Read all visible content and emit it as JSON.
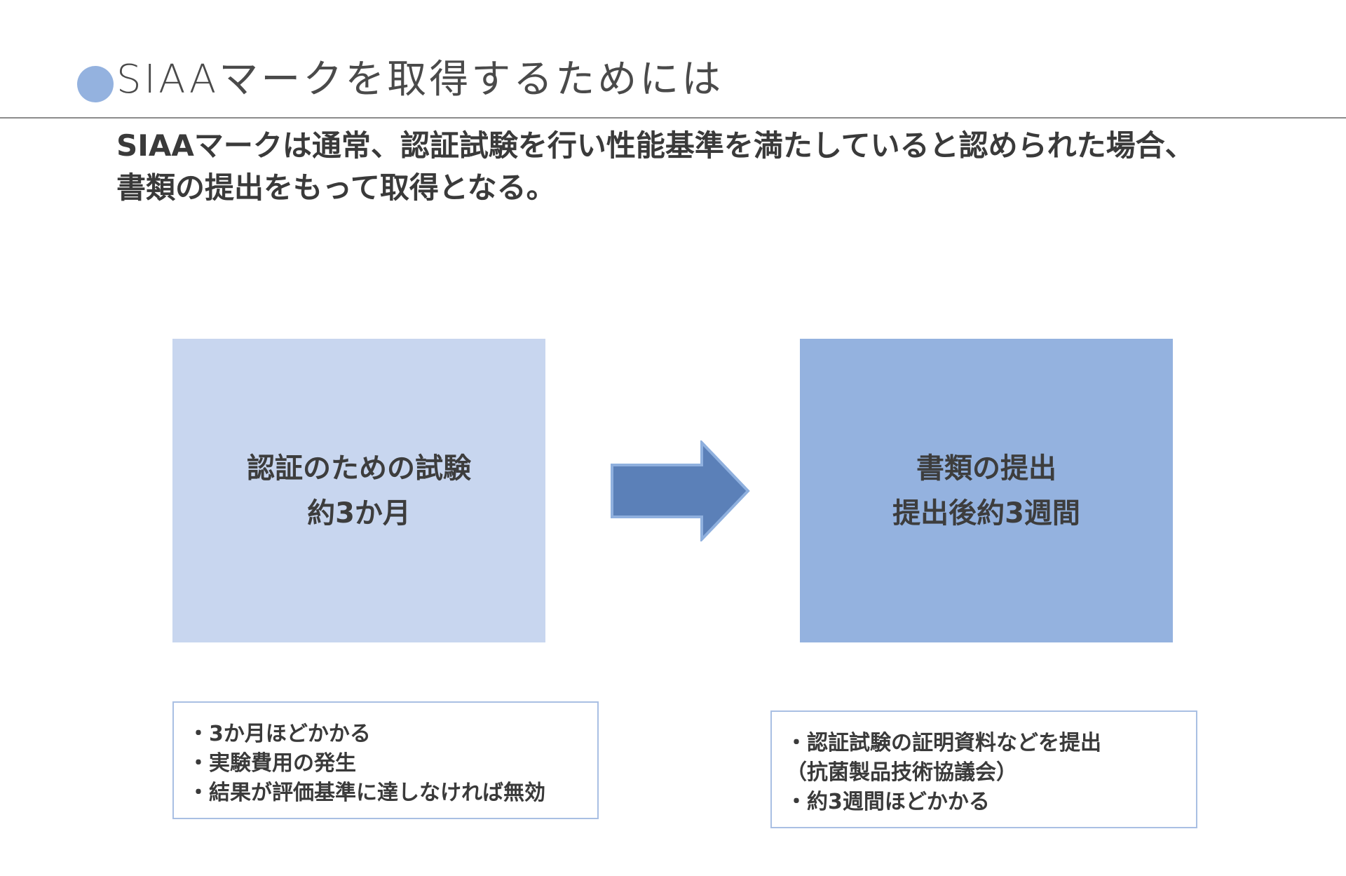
{
  "colors": {
    "accent_light": "#94b2df",
    "box_left": "#c8d6ef",
    "box_right": "#94b2df",
    "arrow_fill": "#5b80b8",
    "arrow_stroke": "#8fb0de",
    "note_border": "#a9bfe3"
  },
  "header": {
    "title": "SIAAマークを取得するためには"
  },
  "intro": {
    "line1": "SIAAマークは通常、認証試験を行い性能基準を満たしていると認められた場合、",
    "line2": "書類の提出をもって取得となる。"
  },
  "steps": [
    {
      "title": "認証のための試験",
      "duration": "約3か月"
    },
    {
      "title": "書類の提出",
      "duration": "提出後約3週間"
    }
  ],
  "notes": {
    "left": [
      "・3か月ほどかかる",
      "・実験費用の発生",
      "・結果が評価基準に達しなければ無効"
    ],
    "right": [
      "・認証試験の証明資料などを提出",
      "（抗菌製品技術協議会）",
      "・約3週間ほどかかる"
    ]
  },
  "icons": {
    "bullet": "circle-bullet-icon",
    "arrow": "arrow-right-icon"
  }
}
